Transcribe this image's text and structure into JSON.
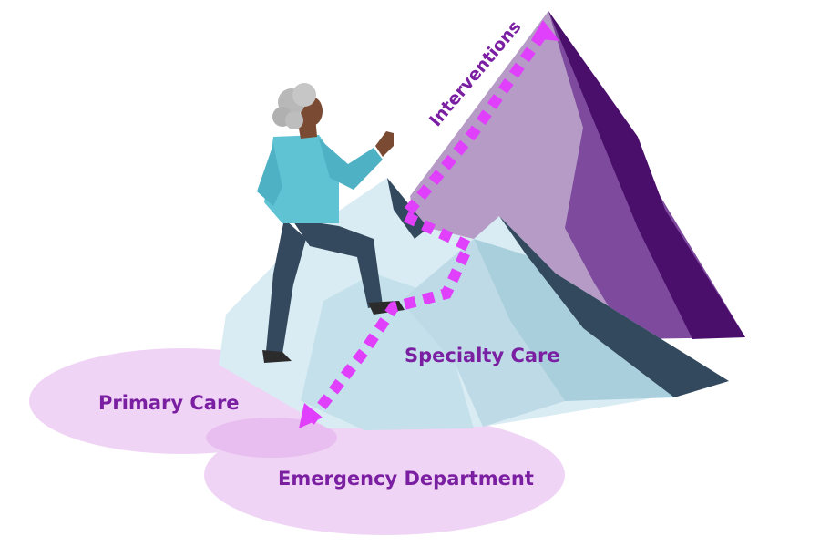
{
  "labels": {
    "interventions": "Interventions",
    "specialty_care": "Specialty Care",
    "primary_care": "Primary Care",
    "emergency_department": "Emergency Department"
  },
  "colors": {
    "label_text": "#7b1fa2",
    "arrow": "#e040fb",
    "zone_fill": "#f0d4f5",
    "zone_overlap": "#e6b8ef",
    "peak_light": "#b59bc6",
    "peak_mid": "#7e4a9e",
    "peak_dark": "#4a0f6b",
    "ice_light": "#d9ecf3",
    "ice_mid": "#a9cfdd",
    "ice_dark": "#33495e",
    "shirt": "#5fc3d4",
    "pants": "#34495e",
    "hair": "#b8b8b8",
    "skin": "#7a4a33"
  },
  "icons": [
    "mountain-peak",
    "ice-hills",
    "climber-figure",
    "dotted-arrow"
  ]
}
